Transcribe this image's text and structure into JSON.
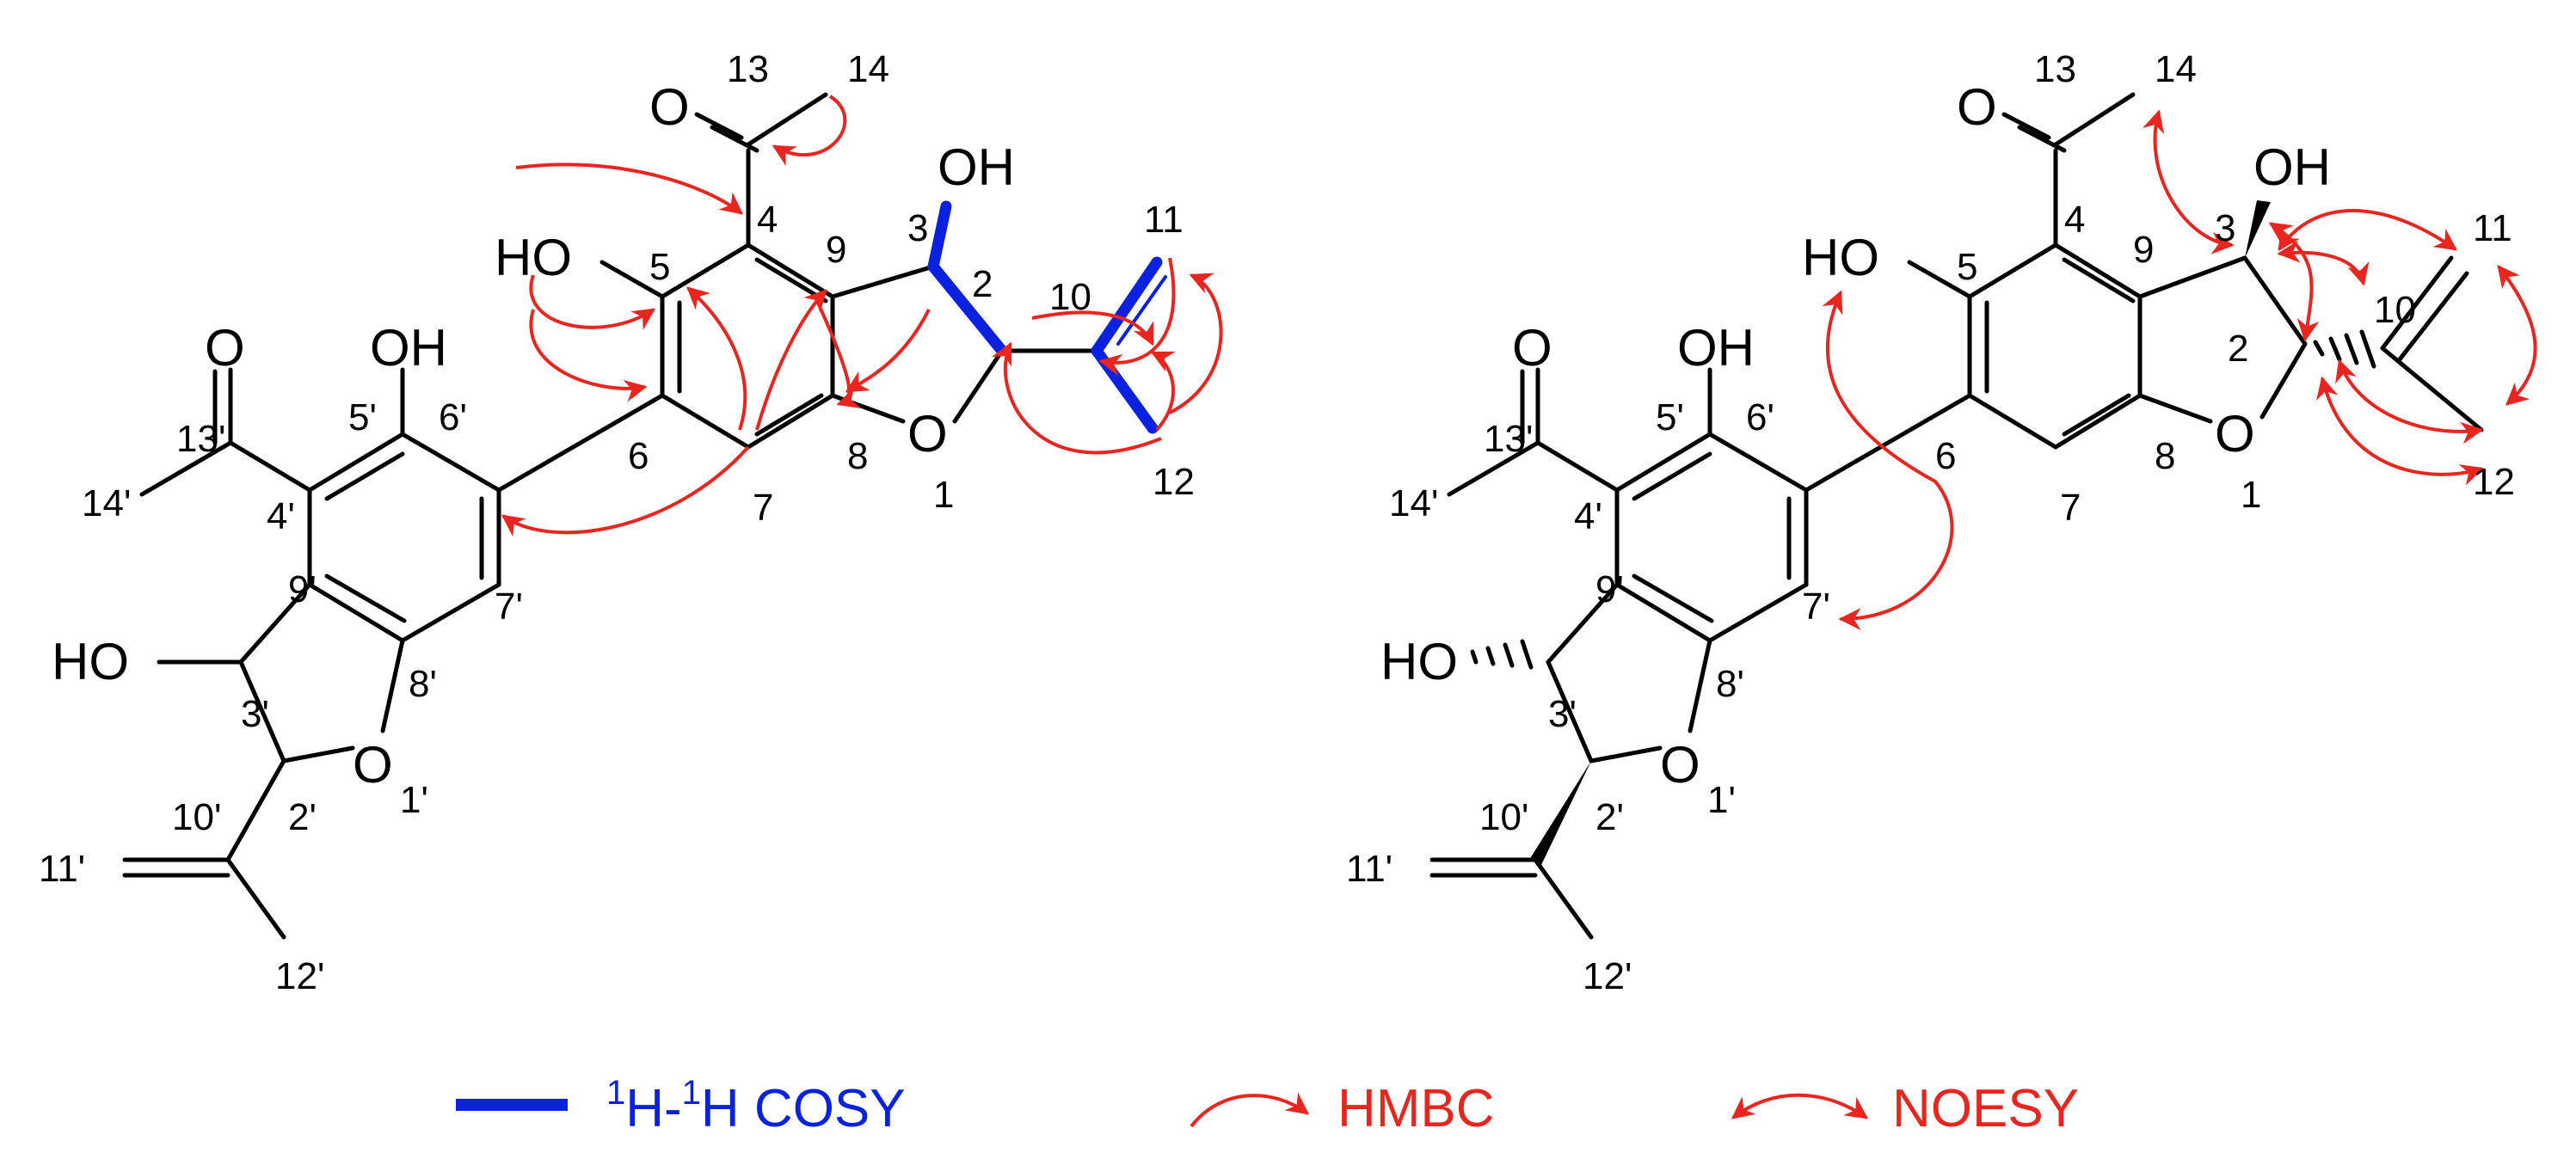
{
  "colors": {
    "cosy": "#0b21e0",
    "arrow": "#e8261f",
    "bond": "#000000"
  },
  "left": {
    "labels": {
      "n13": "13",
      "n14": "14",
      "oh3": "OH",
      "n3": "3",
      "n4": "4",
      "n9": "9",
      "ho5": "HO",
      "n5": "5",
      "n2": "2",
      "n11": "11",
      "n10": "10",
      "n12": "12",
      "n6": "6",
      "n7": "7",
      "n8": "8",
      "o1": "O",
      "n1": "1",
      "o13p": "O",
      "oh5p": "OH",
      "n13p": "13'",
      "n5p": "5'",
      "n6p": "6'",
      "n14p": "14'",
      "n4p": "4'",
      "n9p": "9'",
      "n7p": "7'",
      "ho3p": "HO",
      "n8p": "8'",
      "n3p": "3'",
      "o1p": "O",
      "n1p": "1'",
      "n2p": "2'",
      "n10p": "10'",
      "n11p": "11'",
      "n12p": "12'",
      "o13": "O"
    }
  },
  "right": {
    "labels": {
      "n13": "13",
      "n14": "14",
      "oh3": "OH",
      "n3": "3",
      "n4": "4",
      "n9": "9",
      "ho5": "HO",
      "n5": "5",
      "n2": "2",
      "n11": "11",
      "n10": "10",
      "n12": "12",
      "n6": "6",
      "n7": "7",
      "n8": "8",
      "o1": "O",
      "n1": "1",
      "o13p": "O",
      "oh5p": "OH",
      "n13p": "13'",
      "n5p": "5'",
      "n6p": "6'",
      "n14p": "14'",
      "n4p": "4'",
      "n9p": "9'",
      "n7p": "7'",
      "ho3p": "HO",
      "n8p": "8'",
      "n3p": "3'",
      "o1p": "O",
      "n1p": "1'",
      "n2p": "2'",
      "n10p": "10'",
      "n11p": "11'",
      "n12p": "12'",
      "o13": "O"
    }
  },
  "legend": {
    "cosy_sup1": "1",
    "cosy_h1": "H-",
    "cosy_sup2": "1",
    "cosy_rest": "H COSY",
    "hmbc": "HMBC",
    "noesy": "NOESY"
  }
}
